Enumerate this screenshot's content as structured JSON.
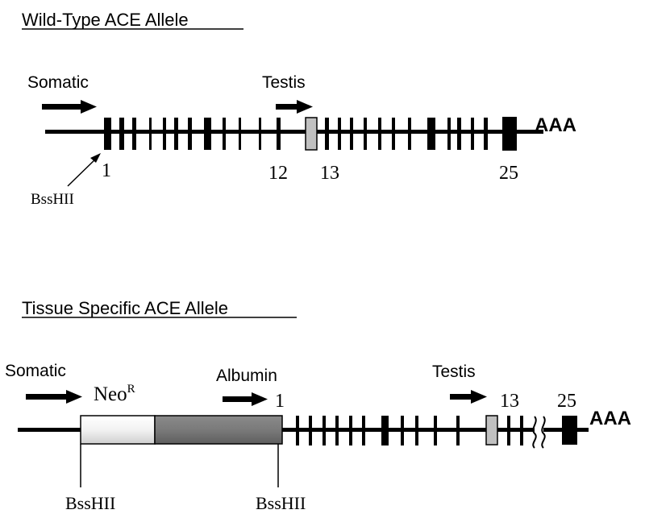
{
  "wild_type": {
    "title": "Wild-Type ACE Allele",
    "somatic_label": "Somatic",
    "testis_label": "Testis",
    "polya": "AAA",
    "exon_labels": [
      "1",
      "12",
      "13",
      "25"
    ],
    "site_label": "BssHII"
  },
  "tissue_specific": {
    "title": "Tissue Specific ACE Allele",
    "somatic_label": "Somatic",
    "neo_label": "Neo",
    "neo_superscript": "R",
    "albumin_label": "Albumin",
    "testis_label": "Testis",
    "polya": "AAA",
    "exon_labels": [
      "1",
      "13",
      "25"
    ],
    "site_labels": [
      "BssHII",
      "BssHII"
    ]
  },
  "colors": {
    "ink": "#000000",
    "testis_exon": "#c0c0c0",
    "neo_cassette": "#f0f0f0",
    "albumin_promoter": "#808080"
  }
}
